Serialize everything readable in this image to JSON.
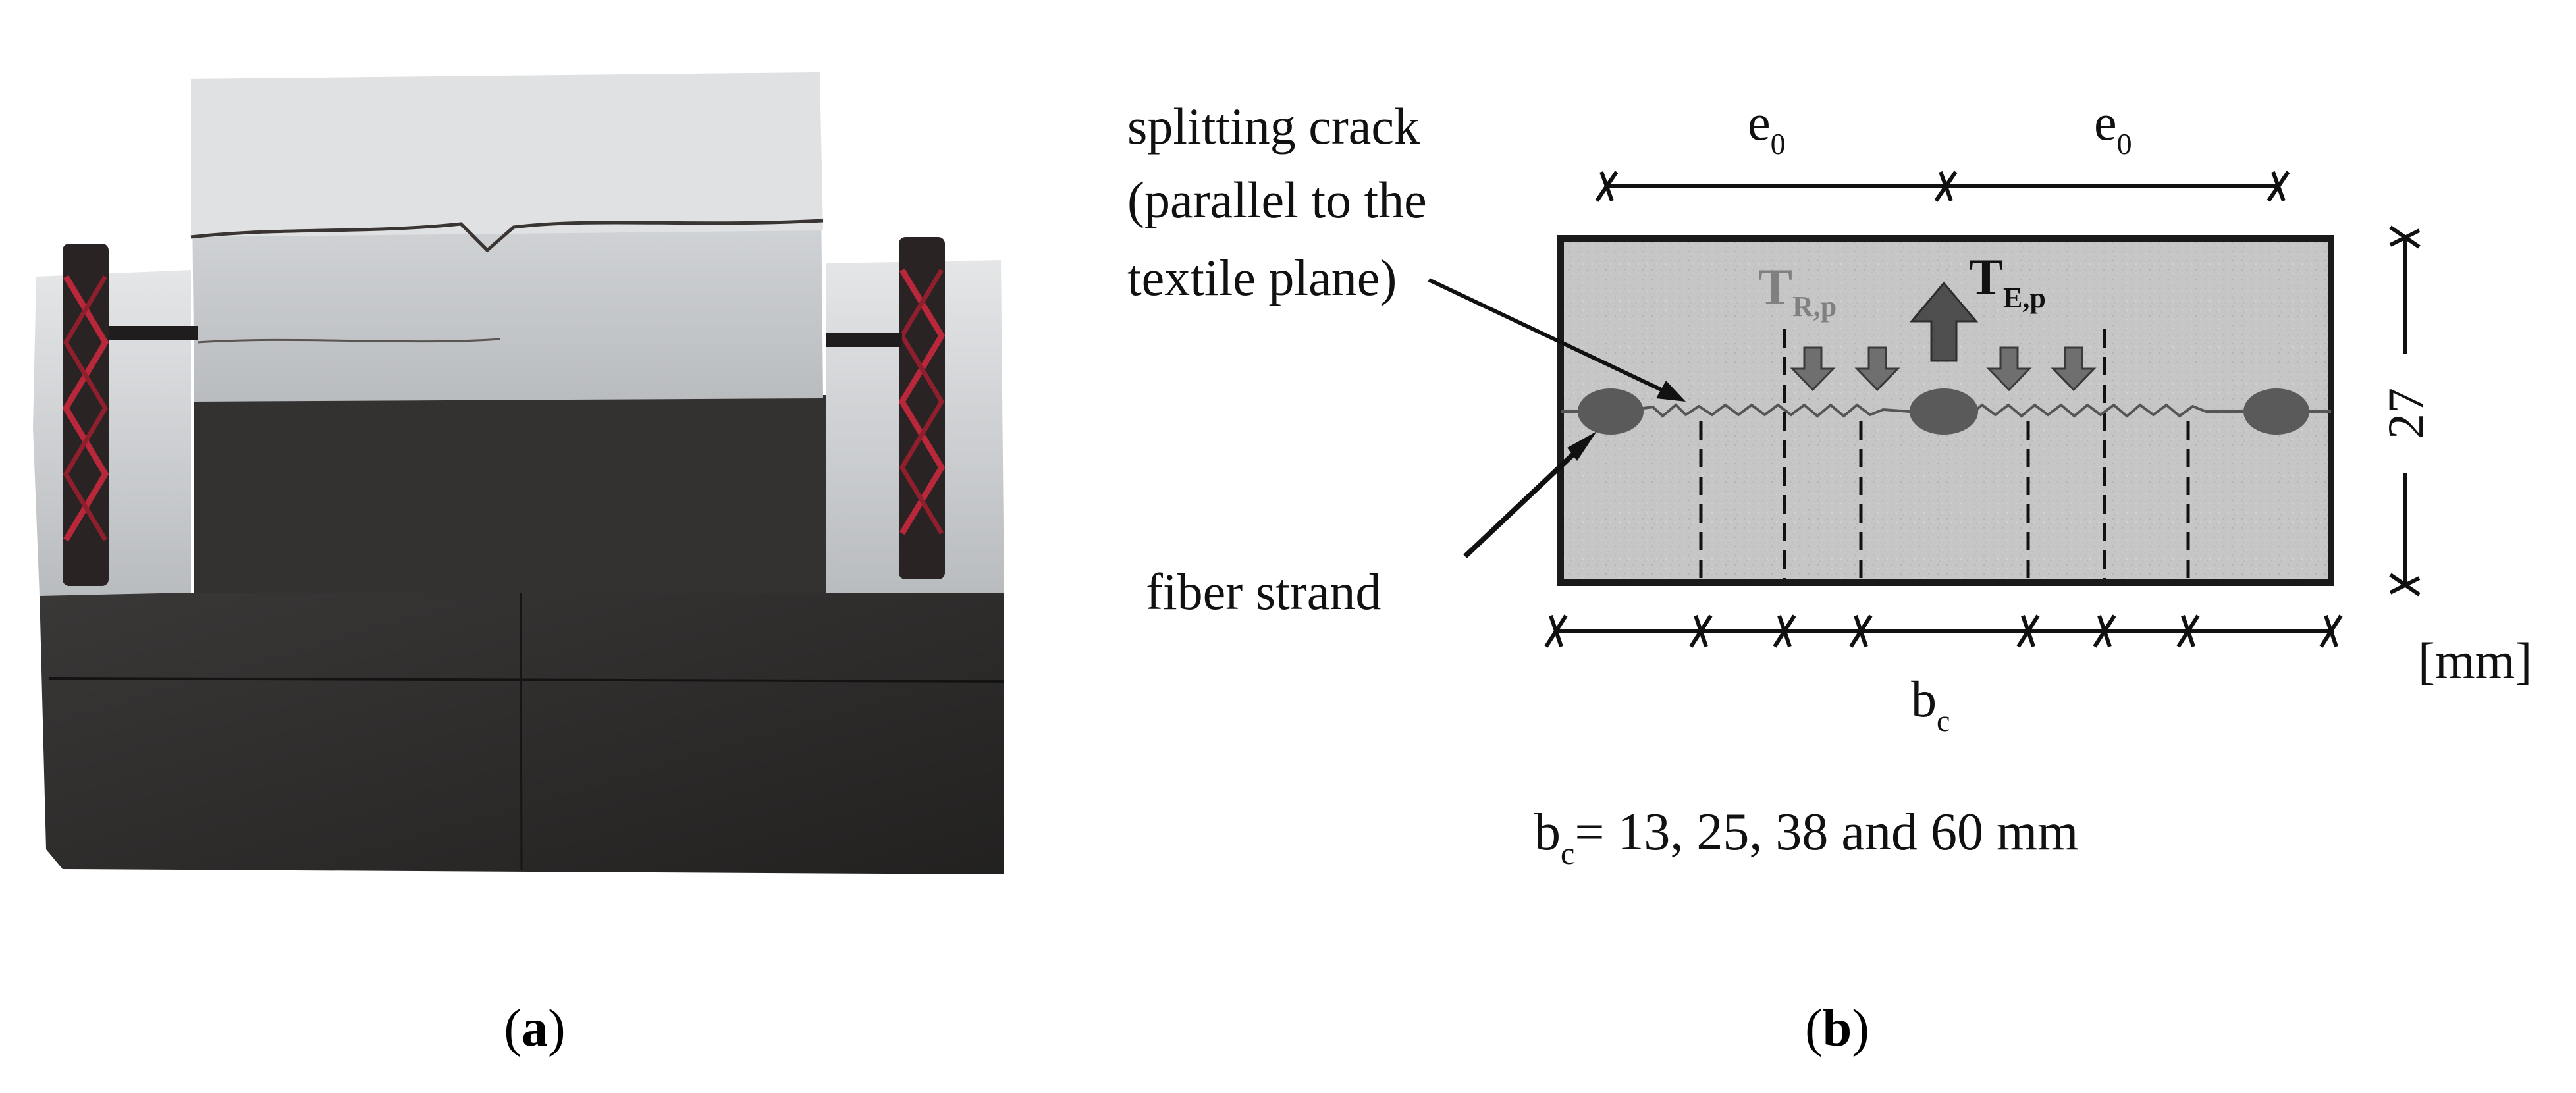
{
  "panel_a": {
    "caption_open": "(",
    "caption_letter": "a",
    "caption_close": ")"
  },
  "panel_b": {
    "caption_open": "(",
    "caption_letter": "b",
    "caption_close": ")",
    "label_crack_line1": "splitting crack",
    "label_crack_line2": "(parallel to the",
    "label_crack_line3": "textile plane)",
    "label_fiber": "fiber strand",
    "dim_e0_left": "e",
    "dim_e0_left_sub": "0",
    "dim_e0_right": "e",
    "dim_e0_right_sub": "0",
    "dim_height": "27",
    "dim_unit": "[mm]",
    "dim_bc": "b",
    "dim_bc_sub": "c",
    "force_tr": "T",
    "force_tr_sub": "R,p",
    "force_te": "T",
    "force_te_sub": "E,p",
    "bc_values_prefix": "b",
    "bc_values_sub": "c",
    "bc_values_text": "= 13, 25, 38 and 60 mm"
  },
  "colors": {
    "section_fill": "#c3c3c3",
    "section_stroke": "#1a1a1a",
    "strand_fill": "#5a5a5a",
    "arrow_fill": "#6f6f6f",
    "arrow_big_fill": "#4e4e4e",
    "force_tr_color": "#808080",
    "mortar_light": "#d2d4d6",
    "block_dark": "#2f2d2c"
  }
}
